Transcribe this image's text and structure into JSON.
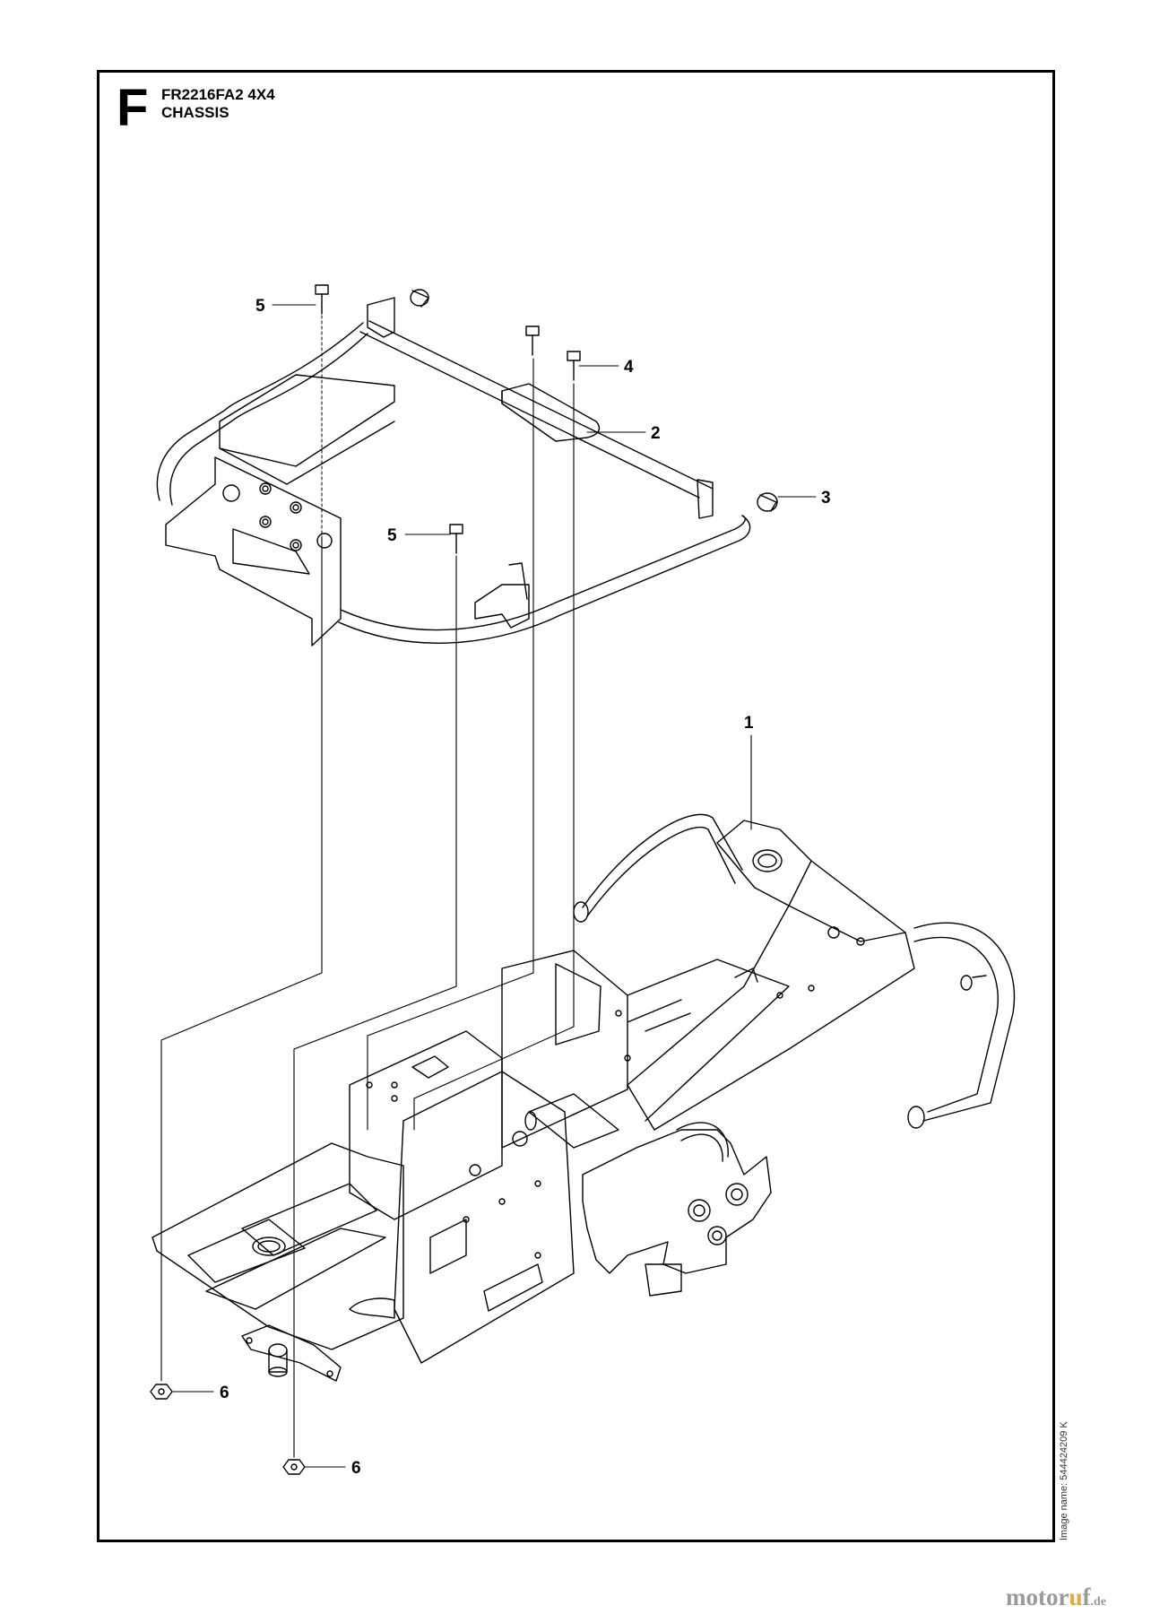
{
  "header": {
    "section_letter": "F",
    "model": "FR2216FA2 4X4",
    "title": "CHASSIS"
  },
  "callouts": [
    {
      "id": "1",
      "label": "1"
    },
    {
      "id": "2",
      "label": "2"
    },
    {
      "id": "3",
      "label": "3"
    },
    {
      "id": "4",
      "label": "4"
    },
    {
      "id": "5a",
      "label": "5"
    },
    {
      "id": "5b",
      "label": "5"
    },
    {
      "id": "6a",
      "label": "6"
    },
    {
      "id": "6b",
      "label": "6"
    }
  ],
  "image_name": "Image name: 544424209 K",
  "watermark": {
    "brand_start": "motor",
    "brand_accent": "u",
    "brand_end": "f",
    "tld": ".de"
  },
  "colors": {
    "line": "#000000",
    "watermark_gray": "#9a9a9a",
    "watermark_accent": "#e4a83a"
  }
}
